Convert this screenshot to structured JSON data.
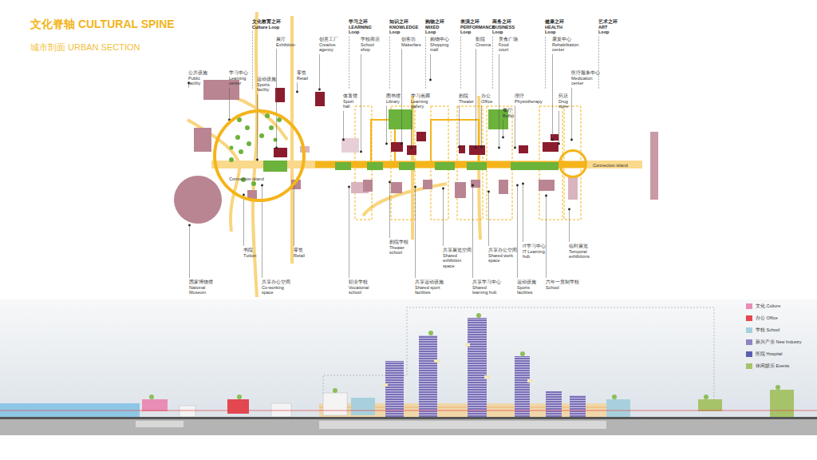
{
  "diagram": {
    "title": "文化脊轴 CULTURAL SPINE",
    "nodes": [
      {
        "text": [
          "Connection island"
        ]
      },
      {
        "text": [
          "Connection island"
        ]
      }
    ],
    "labels": [
      "城市剖面 URBAN SECTION",
      "文化教育之环 Culture Loop",
      "学习之环 LEARNING Loop",
      "知识之环 KNOWLEDGE Loop",
      "购物之环 MIXED Loop",
      "表演之环 PERFORMANCE Loop",
      "商务之环 BUSINESS Loop",
      "健康之环 HEALTH Loop",
      "艺术之环 ART Loop",
      "展厅 Exhibition",
      "创意工厂 Creative agency",
      "学校商店 School shop",
      "创客坊 Makerfare",
      "购物中心 Shopping mall",
      "影院 Cinema",
      "美食广场 Food court",
      "康复中心 Rehabilitation center",
      "公共设施 Public facility",
      "学习中心 Learning center",
      "运动设施 Sports facility",
      "零售 Retail",
      "体育馆 Sport hall",
      "图书馆 Library",
      "学习画廊 Learning gallery",
      "剧院 Theater",
      "办公 Office",
      "理疗 Physiotherapy",
      "餐厅 Buffet",
      "药店 Drug store",
      "医疗服务中心 Medication center",
      "书院 Tuition",
      "零售 Retail",
      "剧院学校 Theater school",
      "共享展览空间 Shared exhibition space",
      "共享办公空间 Shared work space",
      "IT学习中心 IT Learning hub",
      "临时展览 Temporal exhibitions",
      "国家博物馆 National Museum",
      "共享办公空间 Co-working space",
      "职业学校 Vocational school",
      "共享运动设施 Shared sport facilities",
      "共享学习中心 Shared learning hub",
      "运动设施 Sports facilities",
      "六年一贯制学校 School"
    ],
    "legend": [
      {
        "text": "文化 Culture",
        "color": "#E98DB5"
      },
      {
        "text": "办公 Office",
        "color": "#E3474F"
      },
      {
        "text": "学校 School",
        "color": "#A8D0DC"
      },
      {
        "text": "新兴产业 New Industry",
        "color": "#8E84C4"
      },
      {
        "text": "医院 Hospital",
        "color": "#5A5FB0"
      },
      {
        "text": "休闲娱乐 Events",
        "color": "#A7C36A"
      }
    ]
  }
}
